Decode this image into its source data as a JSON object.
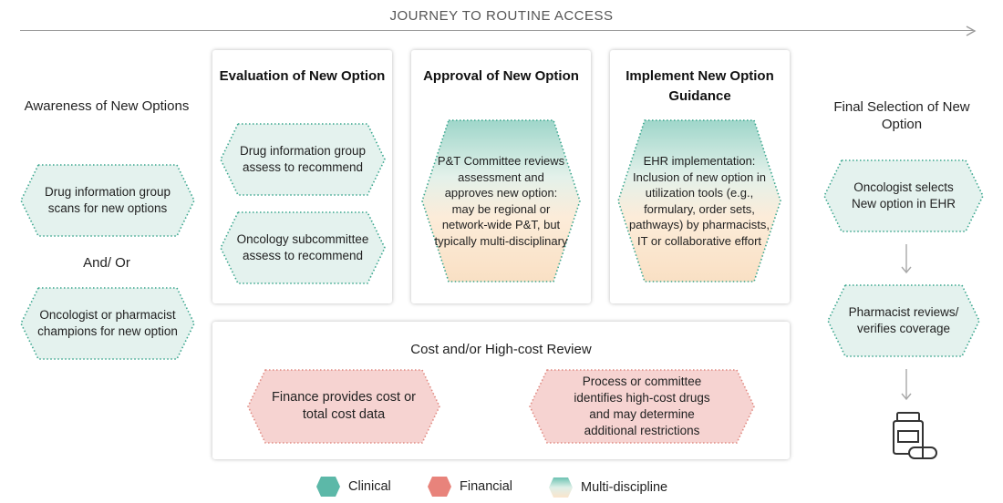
{
  "header": {
    "title": "JOURNEY TO ROUTINE ACCESS"
  },
  "awareness": {
    "heading": "Awareness of New Options",
    "step1": "Drug information group scans for new options",
    "connector": "And/ Or",
    "step2": "Oncologist or pharmacist champions for new option"
  },
  "evaluation": {
    "heading": "Evaluation of New Option",
    "step1": "Drug information group assess to recommend",
    "step2": "Oncology subcommittee assess to recommend"
  },
  "approval": {
    "heading": "Approval of New Option",
    "step1": "P&T Committee reviews assessment and approves new option: may be regional or network-wide P&T, but typically multi-disciplinary"
  },
  "implement": {
    "heading": "Implement New Option Guidance",
    "step1": "EHR implementation: Inclusion of new option in utilization tools (e.g., formulary, order sets, pathways) by pharmacists, IT or collaborative effort"
  },
  "final": {
    "heading": "Final Selection of New Option",
    "step1": "Oncologist selects New option in EHR",
    "step2": "Pharmacist reviews/ verifies coverage",
    "end_icon": "medication-bottle-icon"
  },
  "cost_review": {
    "heading": "Cost and/or High-cost Review",
    "step1": "Finance provides cost or total cost data",
    "step2": "Process or committee identifies high-cost drugs and may determine additional restrictions"
  },
  "legend": {
    "items": [
      {
        "label": "Clinical",
        "color": "#5cb8a8"
      },
      {
        "label": "Financial",
        "color": "#e8837b"
      },
      {
        "label": "Multi-discipline",
        "color_top": "#8fd0c4",
        "color_bottom": "#fbe8d2"
      }
    ]
  },
  "colors": {
    "clinical_fill": "#e4f2ee",
    "clinical_border": "#3aa68e",
    "financial_fill": "#f6d3d1",
    "financial_border": "#e08a82"
  }
}
